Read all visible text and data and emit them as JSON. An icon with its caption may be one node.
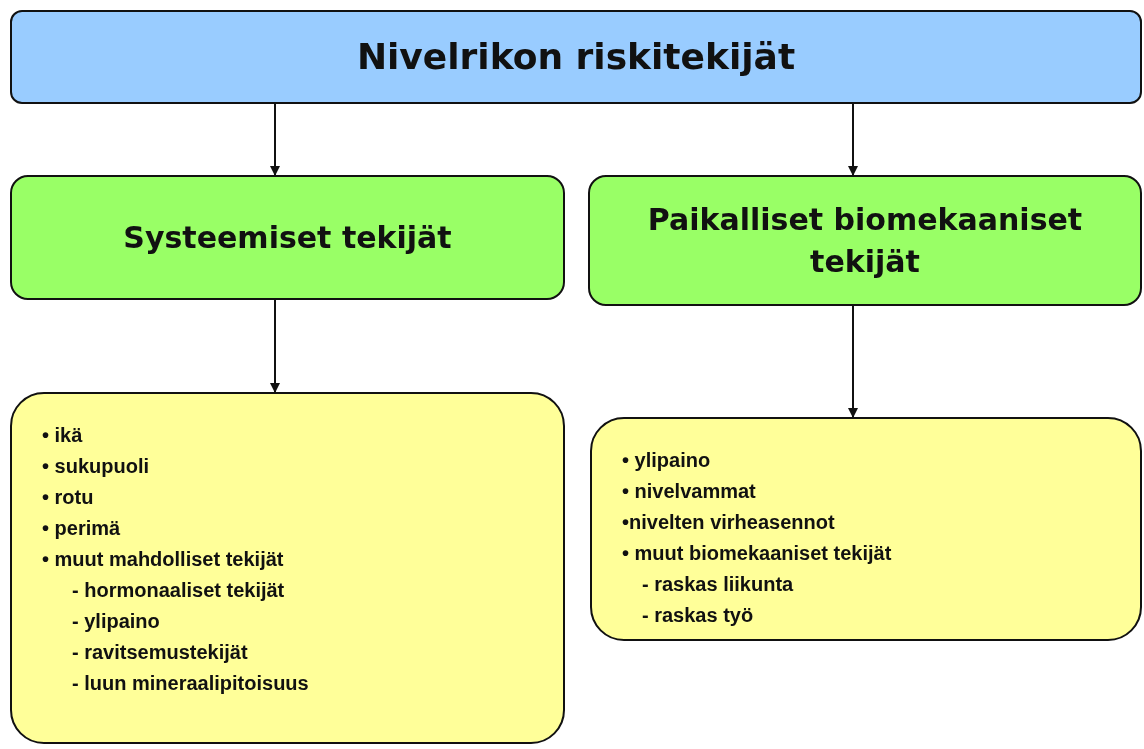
{
  "diagram": {
    "nodes": [
      {
        "text": [
          "Nivelrikon riskitekijät"
        ]
      },
      {
        "text": [
          "Systeemiset tekijät"
        ]
      },
      {
        "text": [
          "Paikalliset biomekaaniset tekijät"
        ]
      },
      {
        "text": [
          "• ikä",
          "• sukupuoli",
          "• rotu",
          "• perimä",
          "• muut mahdolliset tekijät",
          "- hormonaaliset tekijät",
          "- ylipaino",
          "- ravitsemustekijät",
          "- luun mineraalipitoisuus"
        ]
      },
      {
        "text": [
          "• ylipaino",
          "• nivelvammat",
          "•nivelten virheasennot",
          "• muut biomekaaniset tekijät",
          "- raskas liikunta",
          "- raskas työ"
        ]
      }
    ],
    "edges": [
      {
        "from": 0,
        "to": 1,
        "arrow": "to"
      },
      {
        "from": 0,
        "to": 2,
        "arrow": "to"
      },
      {
        "from": 1,
        "to": 3,
        "arrow": "to"
      },
      {
        "from": 2,
        "to": 4,
        "arrow": "to"
      }
    ]
  }
}
